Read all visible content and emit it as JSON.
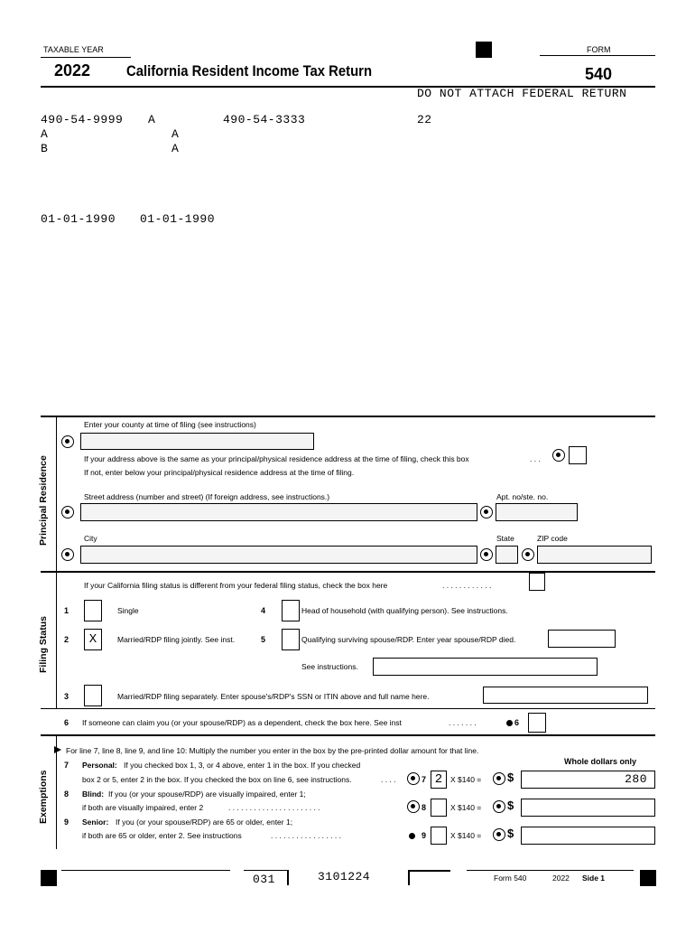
{
  "header": {
    "taxable_year_label": "TAXABLE YEAR",
    "year": "2022",
    "title": "California Resident Income Tax Return",
    "form_label": "FORM",
    "form_number": "540",
    "do_not_attach": "DO NOT ATTACH FEDERAL RETURN"
  },
  "taxpayer": {
    "ssn_primary": "490-54-9999",
    "initial_a1": "A",
    "ssn_spouse": "490-54-3333",
    "code_22": "22",
    "line2_a": "A",
    "line2_a2": "A",
    "line3_b": "B",
    "line3_a": "A",
    "dob_primary": "01-01-1990",
    "dob_spouse": "01-01-1990"
  },
  "residence": {
    "section_label": "Principal Residence",
    "county_label": "Enter your county at time of filing (see instructions)",
    "same_address_text": "If your address above is the same as your principal/physical residence address at the time of filing, check this box",
    "same_address_dots": ". . .",
    "not_same_text": "If not, enter below your principal/physical residence address at the time of filing.",
    "street_label": "Street address (number and street) (If foreign address, see instructions.)",
    "apt_label": "Apt. no/ste. no.",
    "city_label": "City",
    "state_label": "State",
    "zip_label": "ZIP code"
  },
  "filing": {
    "section_label": "Filing Status",
    "different_text": "If your California filing status is different from your federal filing status, check the box here",
    "different_dots": ". . . . . . . . . . . .",
    "opt1_num": "1",
    "opt1_label": "Single",
    "opt2_num": "2",
    "opt2_label": "Married/RDP filing jointly. See inst.",
    "opt2_mark": "X",
    "opt3_num": "3",
    "opt3_label": "Married/RDP filing separately. Enter spouse's/RDP's SSN or ITIN above and full name here.",
    "opt4_num": "4",
    "opt4_label": "Head of household (with qualifying person). See instructions.",
    "opt5_num": "5",
    "opt5_label": "Qualifying surviving spouse/RDP. Enter year spouse/RDP died.",
    "see_instructions": "See instructions.",
    "line6_num": "6",
    "line6_text": "If someone can claim you (or your spouse/RDP) as a dependent, check the box here. See inst",
    "line6_dots": ". . . . . . .",
    "line6_ref": "6"
  },
  "exemptions": {
    "section_label": "Exemptions",
    "intro": "For line 7, line 8, line 9, and line 10: Multiply the number you enter in the box by the pre-printed dollar amount for that line.",
    "whole_dollars": "Whole dollars only",
    "l7_num": "7",
    "l7_bold": "Personal:",
    "l7_text1": "If you checked box 1, 3, or 4 above, enter 1 in the box. If you checked",
    "l7_text2": "box 2 or 5, enter 2 in the box. If you checked the box on line 6, see instructions.",
    "l7_dots": ". . . .",
    "l7_ref": "7",
    "l7_count": "2",
    "l7_mult": "X $140 =",
    "l7_amount": "280",
    "l8_num": "8",
    "l8_bold": "Blind:",
    "l8_text1": "If you (or your spouse/RDP) are visually impaired, enter 1;",
    "l8_text2": "if both are visually impaired, enter 2",
    "l8_dots": ". . . . . . . . . . . . . . . . . . . . . .",
    "l8_ref": "8",
    "l8_mult": "X $140 =",
    "l9_num": "9",
    "l9_bold": "Senior:",
    "l9_text1": "If you (or your spouse/RDP) are 65 or older, enter 1;",
    "l9_text2": "if both are 65 or older, enter 2. See instructions",
    "l9_dots": ". . . . . . . . . . . . . . . . .",
    "l9_ref": "9",
    "l9_mult": "X $140 =",
    "dollar": "$"
  },
  "footer": {
    "code_left": "031",
    "code_mid": "3101224",
    "form_label": "Form 540",
    "year": "2022",
    "side": "Side 1"
  }
}
